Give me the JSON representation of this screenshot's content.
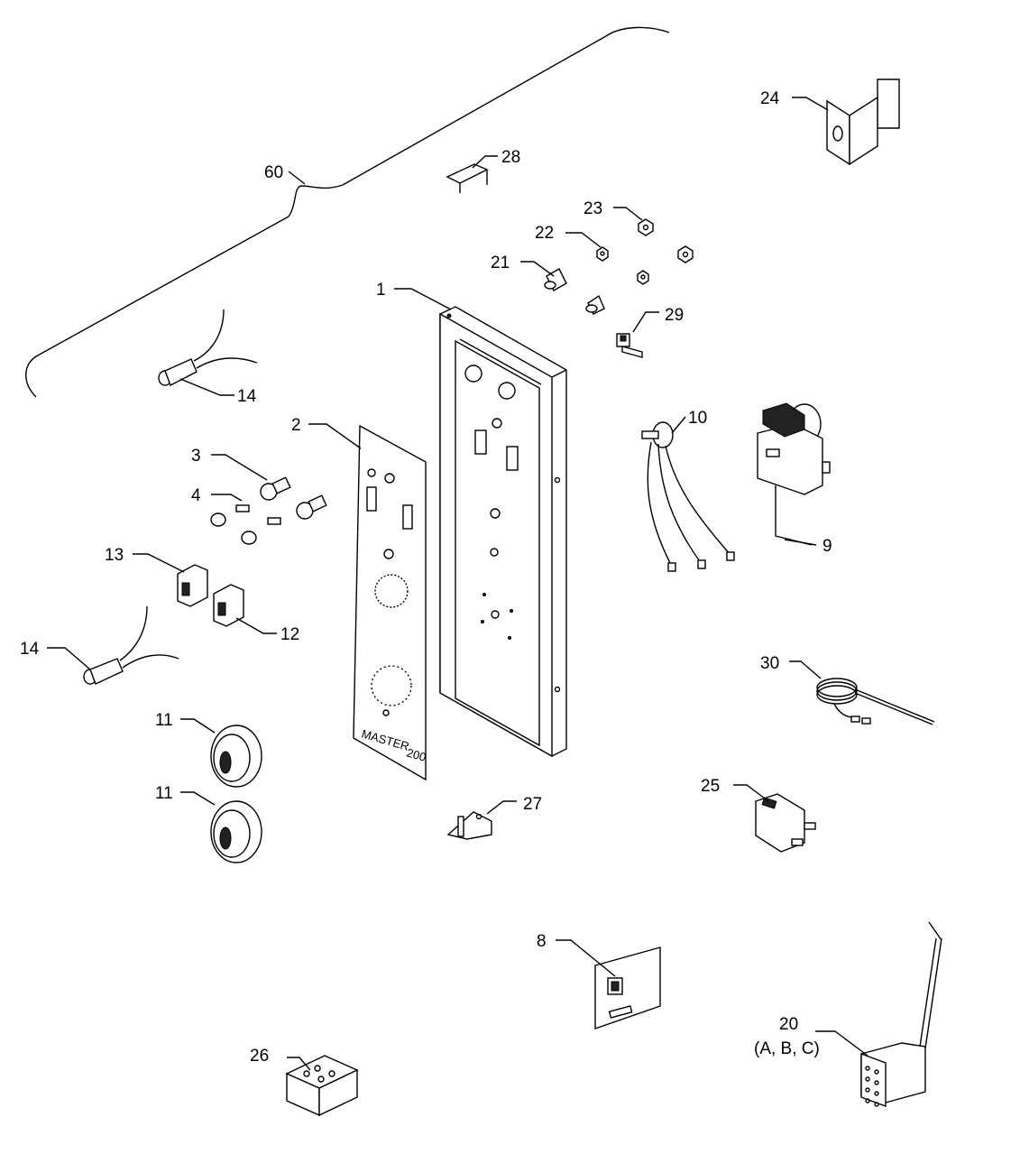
{
  "diagram": {
    "callouts": [
      {
        "id": "1",
        "label": "1"
      },
      {
        "id": "2",
        "label": "2"
      },
      {
        "id": "3",
        "label": "3"
      },
      {
        "id": "4",
        "label": "4"
      },
      {
        "id": "8",
        "label": "8"
      },
      {
        "id": "9",
        "label": "9"
      },
      {
        "id": "10",
        "label": "10"
      },
      {
        "id": "11a",
        "label": "11"
      },
      {
        "id": "11b",
        "label": "11"
      },
      {
        "id": "12",
        "label": "12"
      },
      {
        "id": "13",
        "label": "13"
      },
      {
        "id": "14a",
        "label": "14"
      },
      {
        "id": "14b",
        "label": "14"
      },
      {
        "id": "20",
        "label": "20",
        "sublabel": "(A, B, C)"
      },
      {
        "id": "21",
        "label": "21"
      },
      {
        "id": "22",
        "label": "22"
      },
      {
        "id": "23",
        "label": "23"
      },
      {
        "id": "24",
        "label": "24"
      },
      {
        "id": "25",
        "label": "25"
      },
      {
        "id": "26",
        "label": "26"
      },
      {
        "id": "27",
        "label": "27"
      },
      {
        "id": "28",
        "label": "28"
      },
      {
        "id": "29",
        "label": "29"
      },
      {
        "id": "30",
        "label": "30"
      },
      {
        "id": "60",
        "label": "60"
      }
    ],
    "panel_text": {
      "brand": "MASTER",
      "model": "200"
    }
  }
}
